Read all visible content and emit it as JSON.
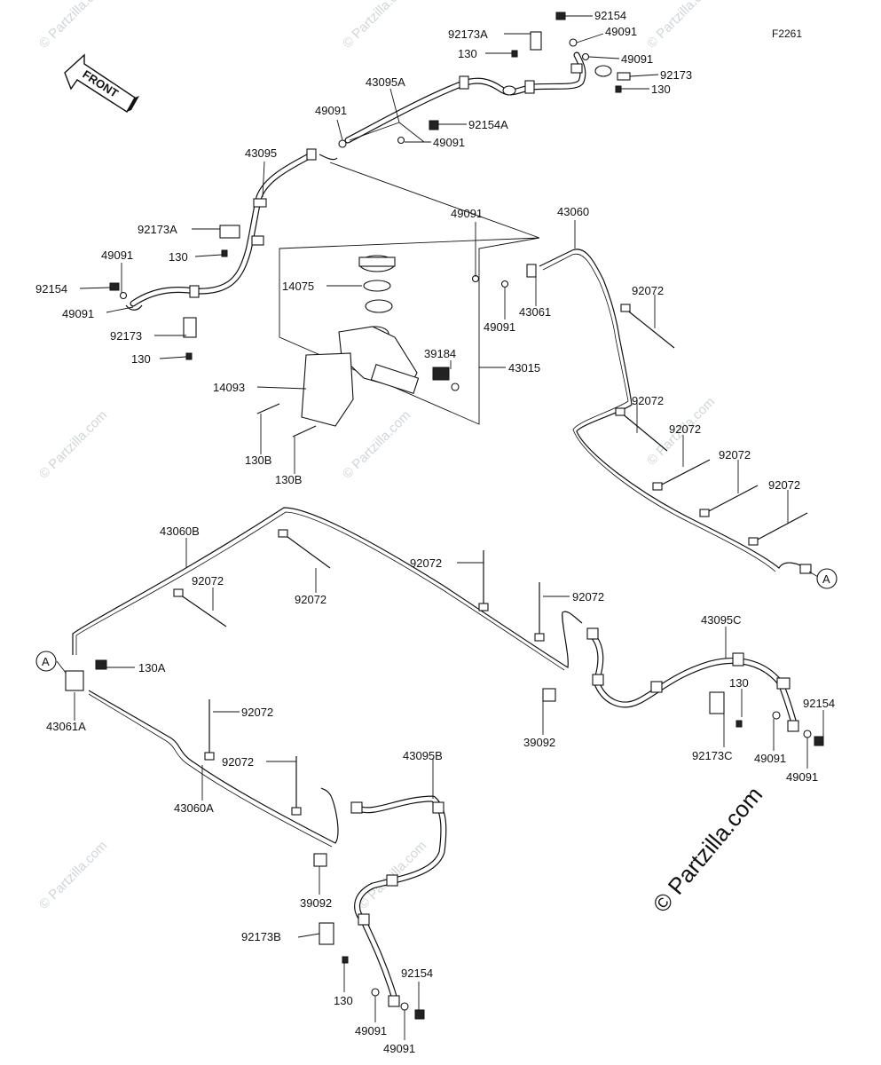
{
  "figure_id": "F2261",
  "front_label": "FRONT",
  "copyright": "© Partzilla.com",
  "watermark": "© Partzilla.com",
  "callout_a": "A",
  "labels": [
    {
      "text": "92154"
    },
    {
      "text": "92173A"
    },
    {
      "text": "49091"
    },
    {
      "text": "130"
    },
    {
      "text": "49091"
    },
    {
      "text": "92173"
    },
    {
      "text": "130"
    },
    {
      "text": "43095A"
    },
    {
      "text": "49091"
    },
    {
      "text": "92154A"
    },
    {
      "text": "49091"
    },
    {
      "text": "43095"
    },
    {
      "text": "92173A"
    },
    {
      "text": "130"
    },
    {
      "text": "49091"
    },
    {
      "text": "92154"
    },
    {
      "text": "49091"
    },
    {
      "text": "92173"
    },
    {
      "text": "130"
    },
    {
      "text": "43060"
    },
    {
      "text": "49091"
    },
    {
      "text": "14075"
    },
    {
      "text": "43061"
    },
    {
      "text": "49091"
    },
    {
      "text": "92072"
    },
    {
      "text": "39184"
    },
    {
      "text": "43015"
    },
    {
      "text": "14093"
    },
    {
      "text": "92072"
    },
    {
      "text": "92072"
    },
    {
      "text": "130B"
    },
    {
      "text": "92072"
    },
    {
      "text": "130B"
    },
    {
      "text": "92072"
    },
    {
      "text": "43060B"
    },
    {
      "text": "92072"
    },
    {
      "text": "92072"
    },
    {
      "text": "92072"
    },
    {
      "text": "92072"
    },
    {
      "text": "43095C"
    },
    {
      "text": "130A"
    },
    {
      "text": "130"
    },
    {
      "text": "92154"
    },
    {
      "text": "43061A"
    },
    {
      "text": "92072"
    },
    {
      "text": "39092"
    },
    {
      "text": "92173C"
    },
    {
      "text": "49091"
    },
    {
      "text": "49091"
    },
    {
      "text": "92072"
    },
    {
      "text": "43095B"
    },
    {
      "text": "43060A"
    },
    {
      "text": "39092"
    },
    {
      "text": "92173B"
    },
    {
      "text": "92154"
    },
    {
      "text": "130"
    },
    {
      "text": "49091"
    },
    {
      "text": "49091"
    }
  ]
}
